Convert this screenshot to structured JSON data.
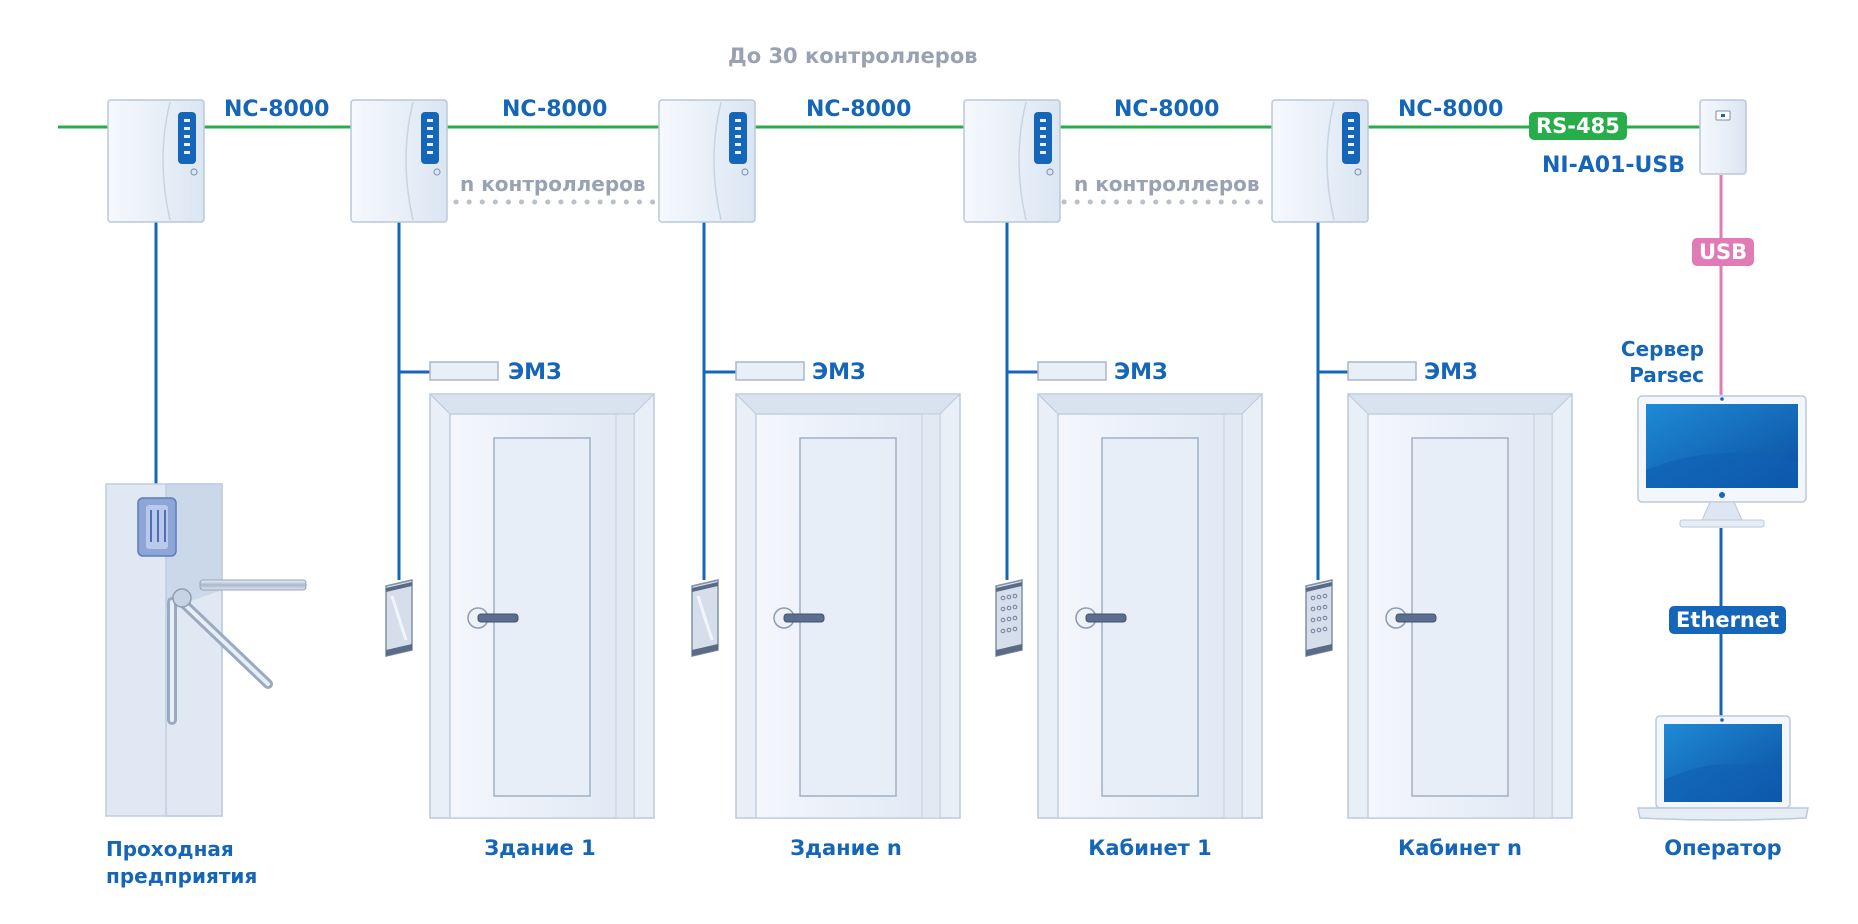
{
  "title": "До 30 контроллеров",
  "bus_label": "NC-8000",
  "n_controllers_label": "n контроллеров",
  "interface": {
    "rs485": "RS-485",
    "converter": "NI-A01-USB",
    "usb": "USB",
    "ethernet": "Ethernet"
  },
  "server_label": [
    "Сервер",
    "Parsec"
  ],
  "lock_label": "ЭМЗ",
  "captions": {
    "turnstile": [
      "Проходная",
      "предприятия"
    ],
    "door1": "Здание 1",
    "door2": "Здание n",
    "door3": "Кабинет 1",
    "door4": "Кабинет n",
    "operator": "Оператор"
  },
  "colors": {
    "bus_green": "#27ae4a",
    "wire_blue": "#1565b8",
    "usb_pink": "#e07bb5",
    "label_blue": "#1565b8",
    "label_gray": "#98a2b3",
    "rs485_badge": "#27ae4a",
    "usb_badge": "#e07bb5",
    "ethernet_badge": "#1565b8"
  },
  "icons": [
    "controller-icon",
    "turnstile-icon",
    "door-icon",
    "card-reader-icon",
    "keypad-reader-icon",
    "magnetic-lock-icon",
    "monitor-icon",
    "laptop-icon",
    "usb-converter-icon"
  ]
}
